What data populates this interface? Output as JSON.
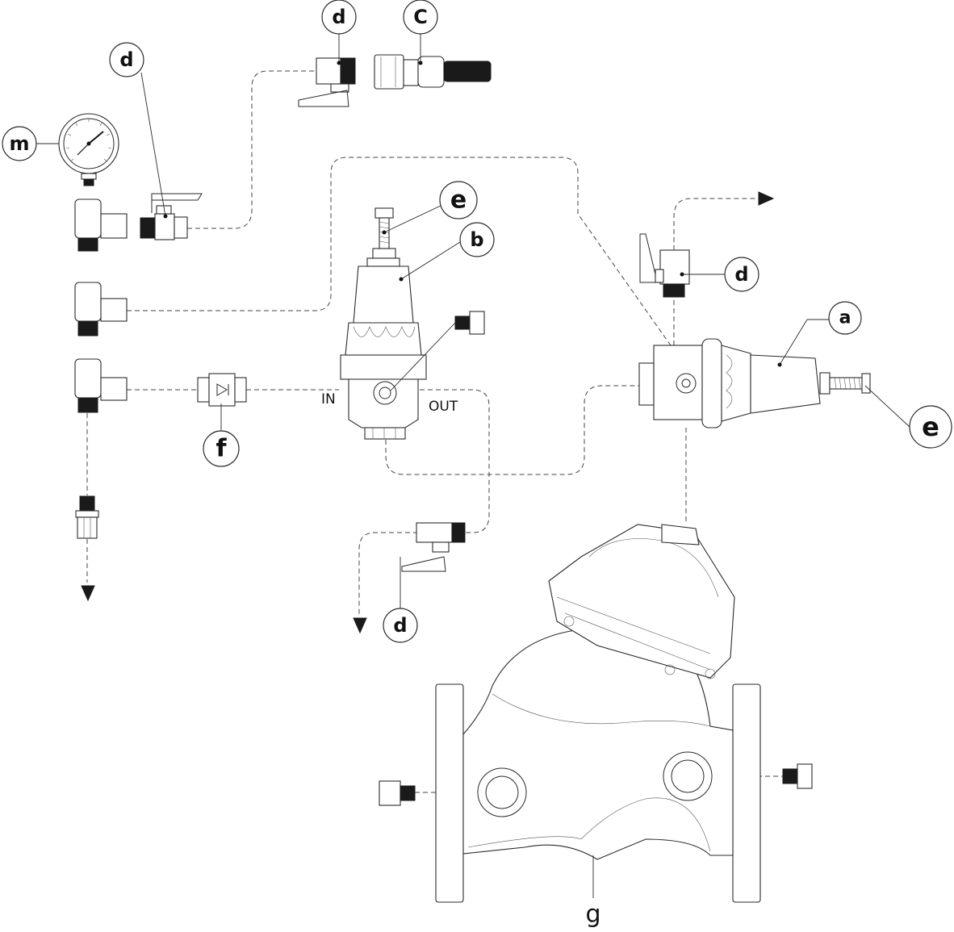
{
  "callouts": {
    "m": "m",
    "d_top": "d",
    "c": "C",
    "d_left": "d",
    "e_pilot": "e",
    "b": "b",
    "d_right": "d",
    "a": "a",
    "e_right": "e",
    "f": "f",
    "d_bottom": "d",
    "g": "g"
  },
  "ports": {
    "in": "IN",
    "out": "OUT"
  }
}
